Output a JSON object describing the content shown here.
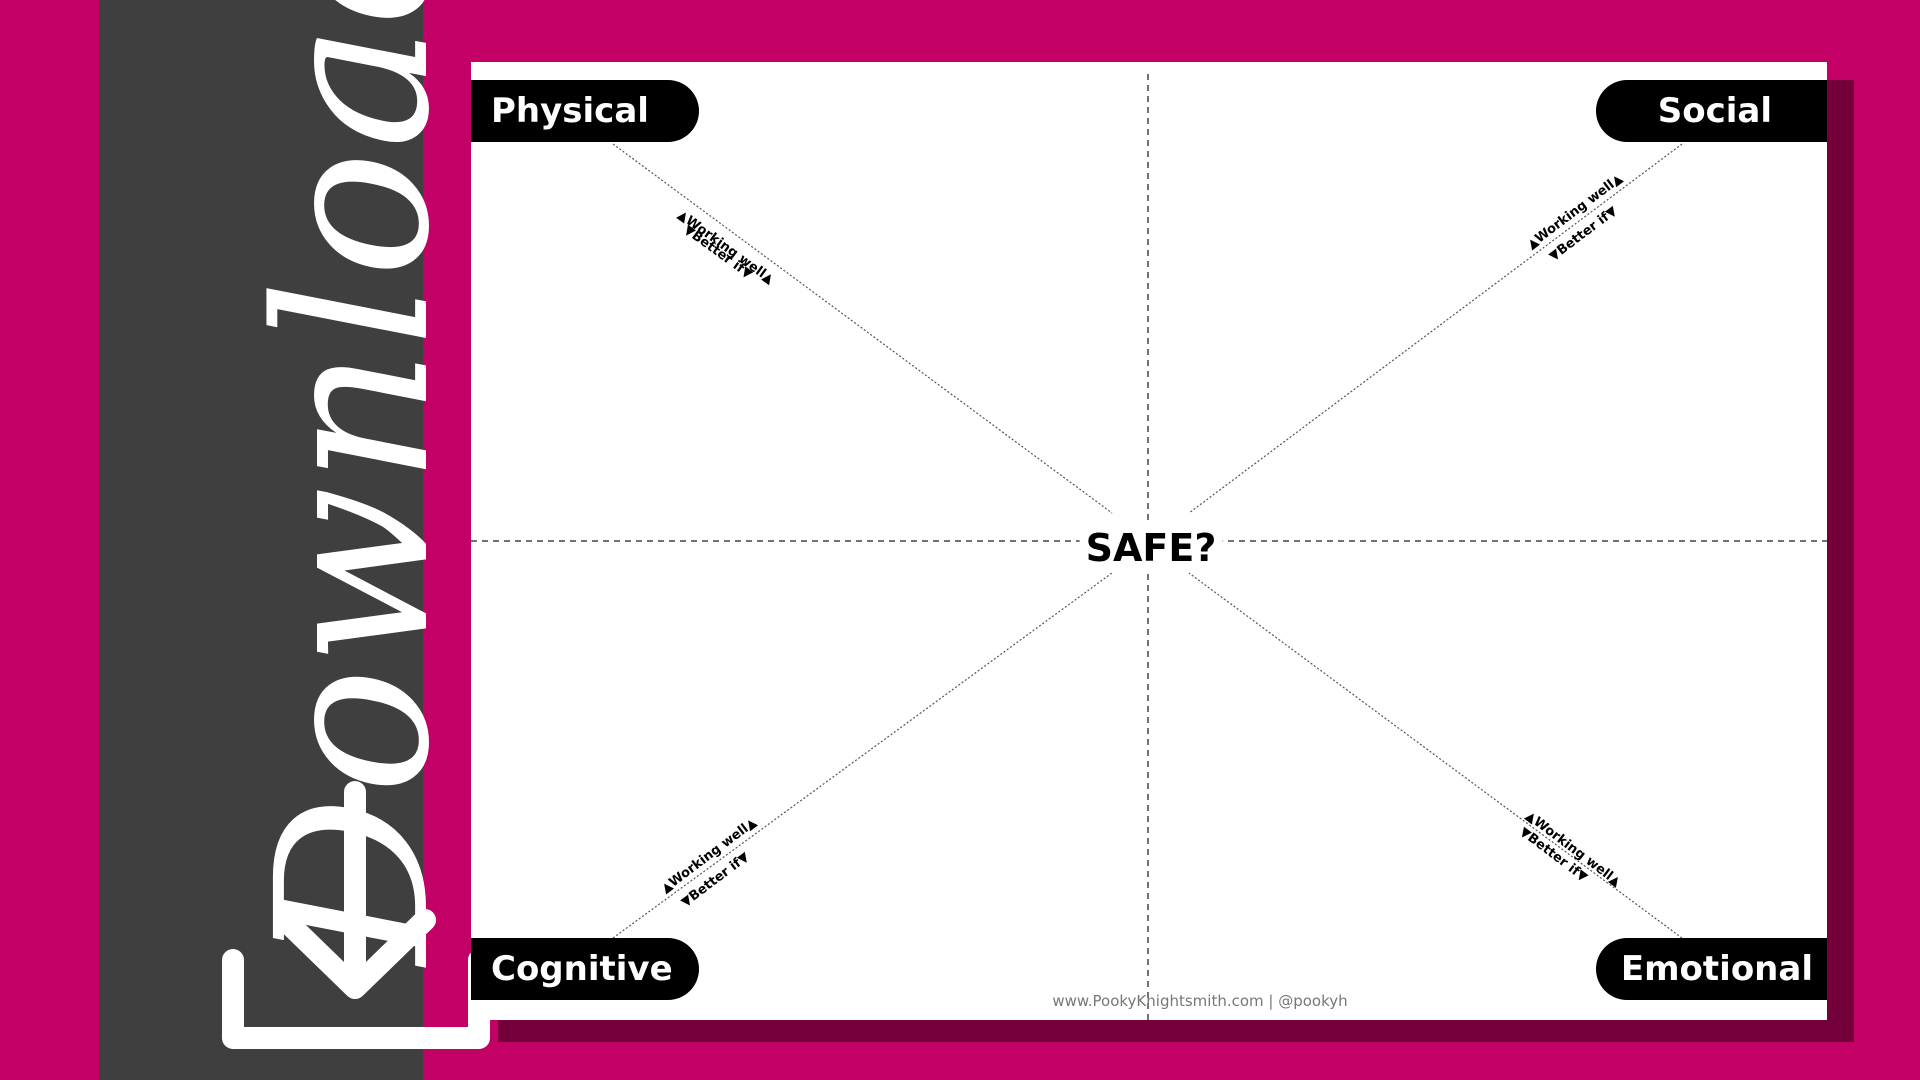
{
  "sidebar": {
    "word": "Download",
    "icon": "download-icon",
    "bg_color": "#3f3f3f"
  },
  "background_color": "#c20065",
  "worksheet": {
    "center_label": "SAFE?",
    "corners": {
      "top_left": "Physical",
      "top_right": "Social",
      "bottom_left": "Cognitive",
      "bottom_right": "Emotional"
    },
    "axis_labels": {
      "positive": "▲Working well▲",
      "negative": "▼Better if▼"
    },
    "footer": "www.PookyKnightsmith.com |  @pookyh"
  }
}
